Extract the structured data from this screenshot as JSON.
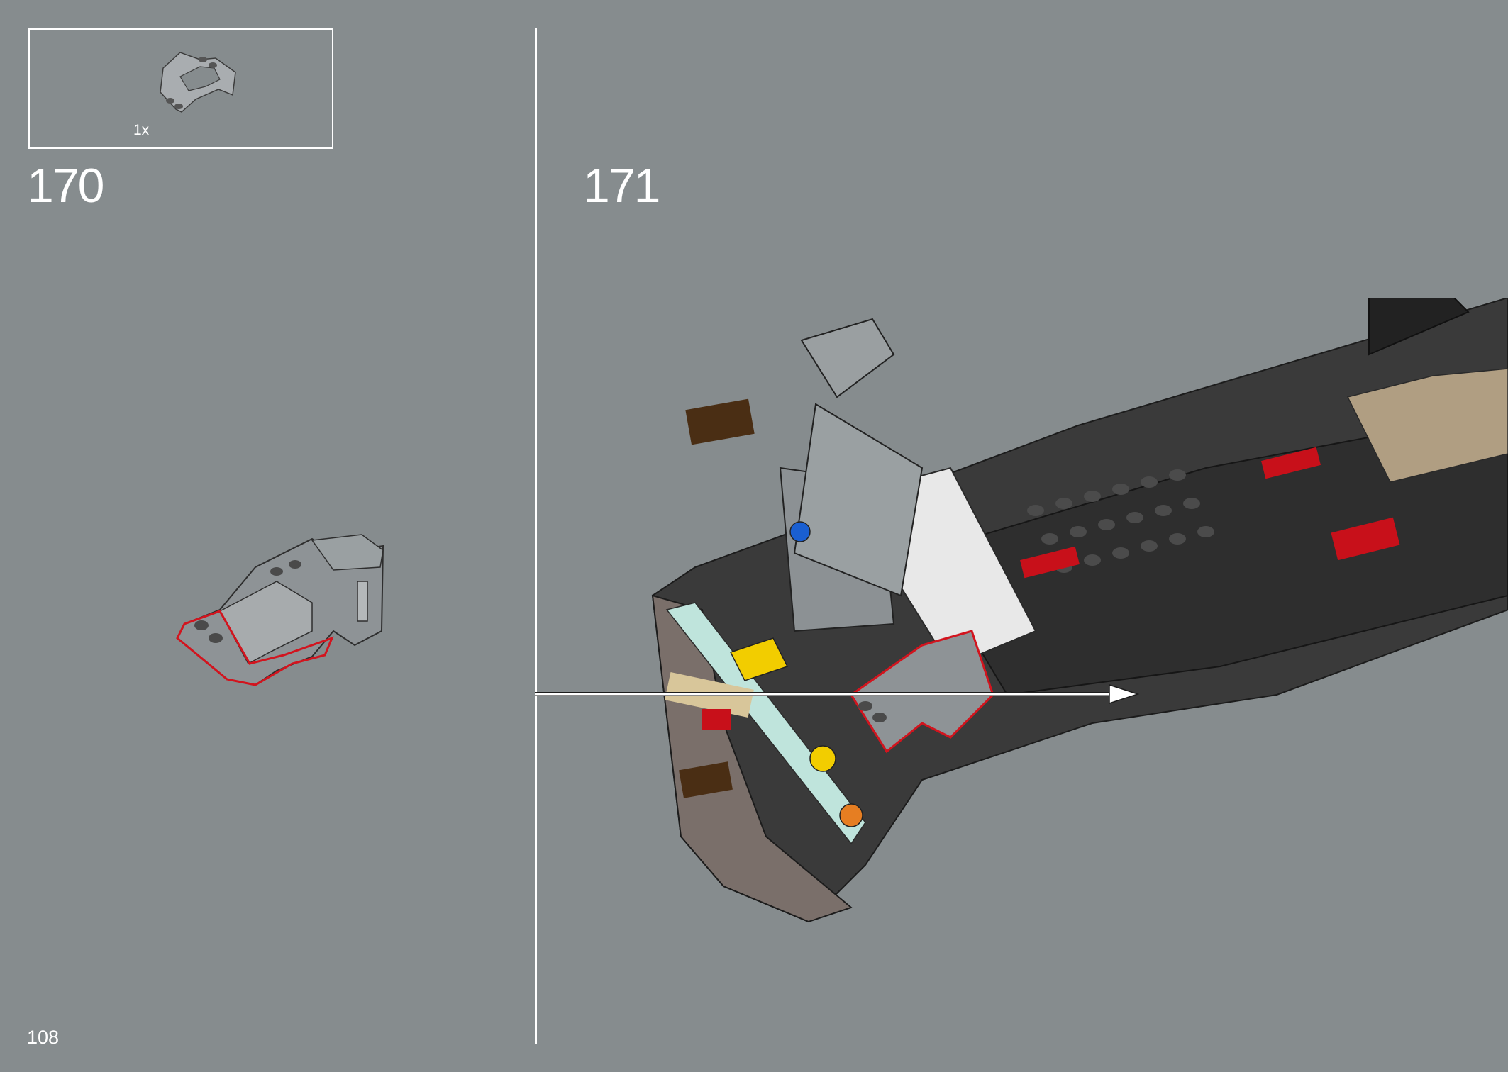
{
  "parts_callout": {
    "quantity": "1x",
    "part_icon": "curved-slope-brick-icon"
  },
  "steps": [
    {
      "number": "170"
    },
    {
      "number": "171"
    }
  ],
  "page": {
    "number": "108"
  },
  "colors": {
    "background": "#868c8e",
    "frame": "#ffffff",
    "highlight": "#d2141e"
  }
}
